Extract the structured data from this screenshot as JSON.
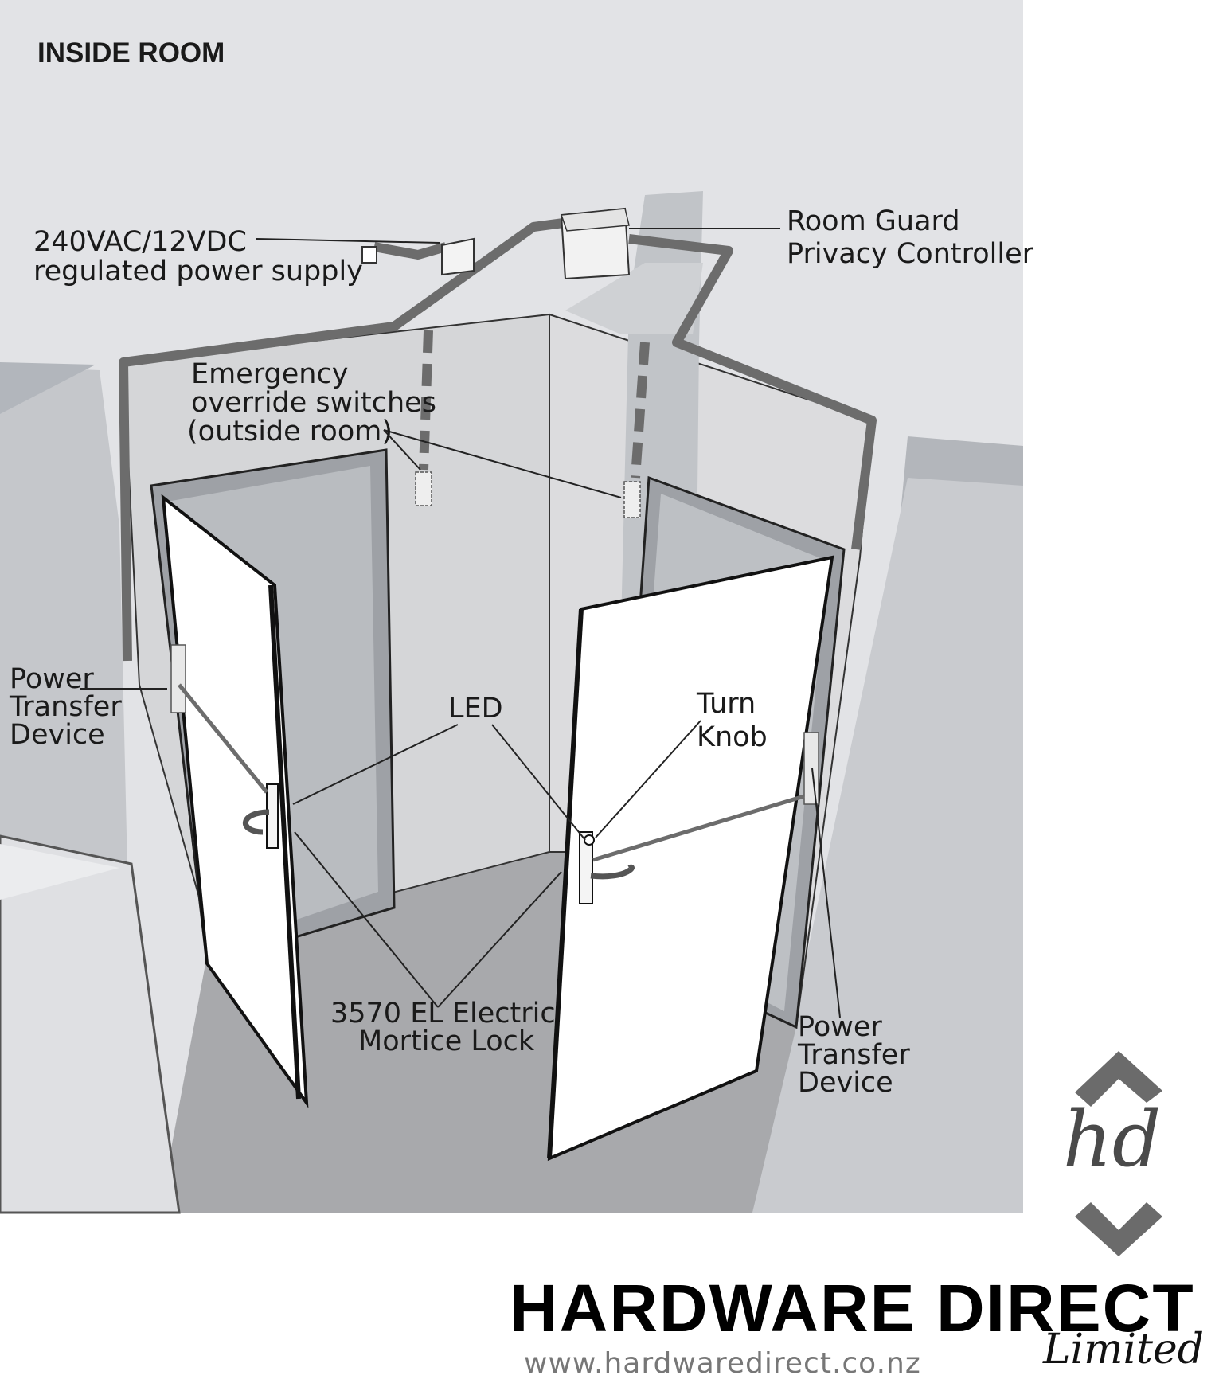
{
  "diagram": {
    "title": "INSIDE ROOM",
    "labels": {
      "power_supply_line1": "240VAC/12VDC",
      "power_supply_line2": "regulated power supply",
      "controller_line1": "Room Guard",
      "controller_line2": "Privacy Controller",
      "emergency_line1": "Emergency",
      "emergency_line2": "override switches",
      "emergency_line3": "(outside room)",
      "ptd_left_line1": "Power",
      "ptd_left_line2": "Transfer",
      "ptd_left_line3": "Device",
      "led": "LED",
      "turn_knob_line1": "Turn",
      "turn_knob_line2": "Knob",
      "lock_line1": "3570 EL Electric",
      "lock_line2": "Mortice Lock",
      "ptd_right_line1": "Power",
      "ptd_right_line2": "Transfer",
      "ptd_right_line3": "Device"
    }
  },
  "branding": {
    "company": "HARDWARE DIRECT",
    "suffix": "Limited",
    "website": "www.hardwaredirect.co.nz",
    "logo_letters": "hd"
  },
  "colors": {
    "background_light": "#e4e5e8",
    "wall": "#d7d8da",
    "floor": "#a9aaad",
    "cable": "#6e6e6e",
    "frame": "#9a9da2"
  }
}
